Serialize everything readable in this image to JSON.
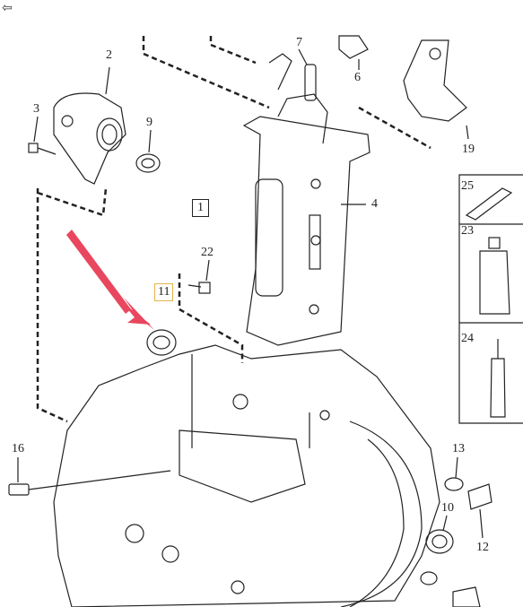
{
  "nav": {
    "back_icon": "back-arrow-icon"
  },
  "callouts": {
    "c1": "1",
    "c2": "2",
    "c3": "3",
    "c4": "4",
    "c6": "6",
    "c7": "7",
    "c9": "9",
    "c10": "10",
    "c11": "11",
    "c12": "12",
    "c13": "13",
    "c16": "16",
    "c19": "19",
    "c22": "22",
    "c23": "23",
    "c24": "24",
    "c25": "25"
  },
  "colors": {
    "arrow": "#e8475f",
    "highlight_box": "#e6b24a",
    "line": "#222222"
  }
}
